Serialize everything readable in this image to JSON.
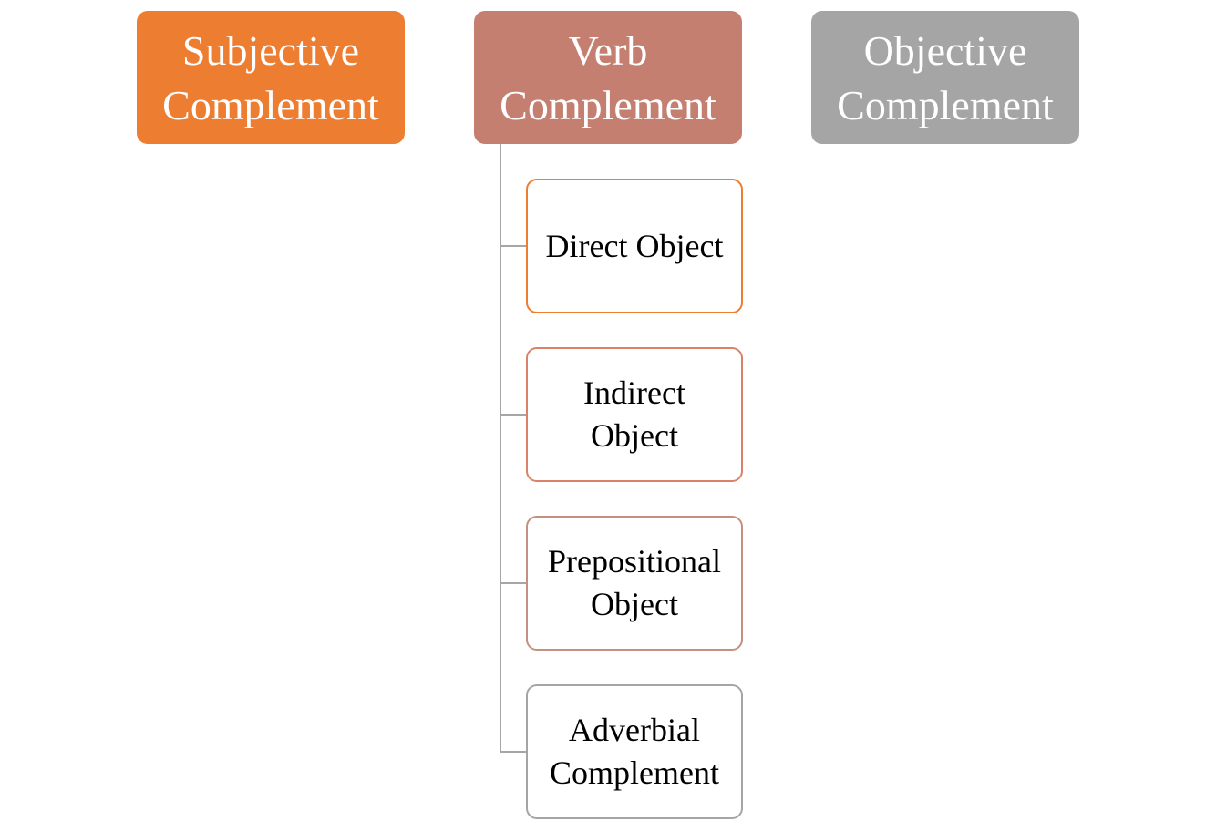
{
  "colors": {
    "subjective": "#ED7D31",
    "verb": "#C47F70",
    "objective": "#A5A5A5",
    "connector": "#A6A6A6",
    "child_borders": [
      "#ED7D31",
      "#D9826A",
      "#C49080",
      "#A5A5A5"
    ]
  },
  "top_boxes": [
    {
      "line1": "Subjective",
      "line2": "Complement"
    },
    {
      "line1": "Verb",
      "line2": "Complement"
    },
    {
      "line1": "Objective",
      "line2": "Complement"
    }
  ],
  "verb_children": [
    {
      "line1": "Direct Object",
      "line2": ""
    },
    {
      "line1": "Indirect",
      "line2": "Object"
    },
    {
      "line1": "Prepositional",
      "line2": "Object"
    },
    {
      "line1": "Adverbial",
      "line2": "Complement"
    }
  ]
}
